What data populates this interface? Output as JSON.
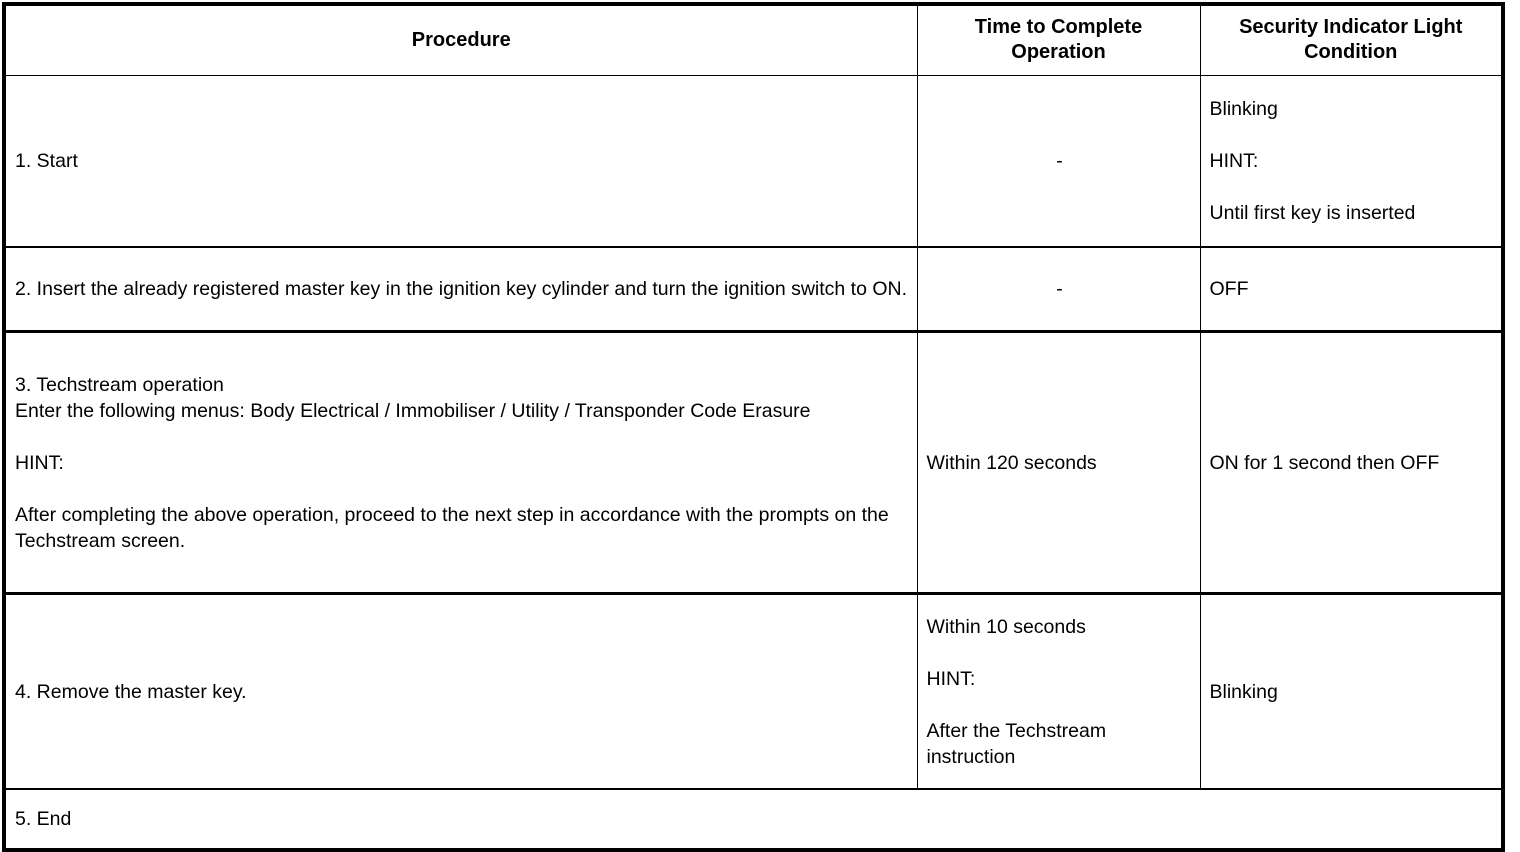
{
  "table": {
    "headers": {
      "procedure": "Procedure",
      "time": "Time to Complete Operation",
      "light": "Security Indicator Light Condition"
    },
    "rows": [
      {
        "id": "row-1",
        "procedure": "1. Start",
        "time": "-",
        "light_paragraphs": [
          "Blinking",
          "HINT:",
          "Until first key is inserted"
        ]
      },
      {
        "id": "row-2",
        "procedure": "2. Insert the already registered master key in the ignition key cylinder and turn the ignition switch to ON.",
        "time": "-",
        "light": "OFF"
      },
      {
        "id": "row-3",
        "procedure_paragraphs": [
          "3. Techstream operation",
          "Enter the following menus: Body Electrical / Immobiliser / Utility / Transponder Code Erasure",
          "HINT:",
          "After completing the above operation, proceed to the next step in accordance with the prompts on the Techstream screen."
        ],
        "time": "Within 120 seconds",
        "light": "ON for 1 second then OFF"
      },
      {
        "id": "row-4",
        "procedure": "4. Remove the master key.",
        "time_paragraphs": [
          "Within 10 seconds",
          "HINT:",
          "After the Techstream instruction"
        ],
        "light": "Blinking"
      },
      {
        "id": "row-5",
        "procedure": "5. End"
      }
    ]
  },
  "colors": {
    "border": "#000000",
    "text": "#000000",
    "background": "#ffffff"
  }
}
